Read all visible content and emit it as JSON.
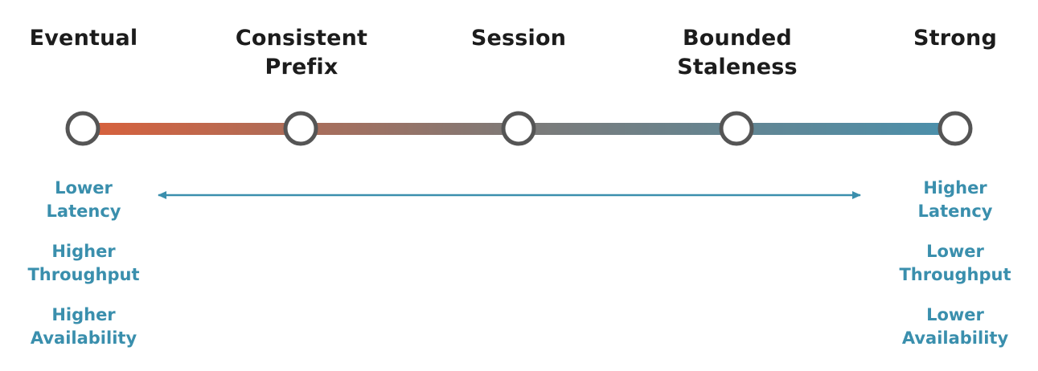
{
  "levels": [
    {
      "line1": "Eventual",
      "line2": ""
    },
    {
      "line1": "Consistent",
      "line2": "Prefix"
    },
    {
      "line1": "Session",
      "line2": ""
    },
    {
      "line1": "Bounded",
      "line2": "Staleness"
    },
    {
      "line1": "Strong",
      "line2": ""
    }
  ],
  "left_tradeoffs": [
    {
      "line1": "Lower",
      "line2": "Latency"
    },
    {
      "line1": "Higher",
      "line2": "Throughput"
    },
    {
      "line1": "Higher",
      "line2": "Availability"
    }
  ],
  "right_tradeoffs": [
    {
      "line1": "Higher",
      "line2": "Latency"
    },
    {
      "line1": "Lower",
      "line2": "Throughput"
    },
    {
      "line1": "Lower",
      "line2": "Availability"
    }
  ],
  "colors": {
    "gradient_start": "#d9603b",
    "gradient_mid": "#7d7a78",
    "gradient_end": "#4a90ac",
    "node_stroke": "#555555",
    "arrow": "#3a8fad",
    "tradeoff_text": "#3a8fad",
    "title_text": "#1c1c1c"
  }
}
